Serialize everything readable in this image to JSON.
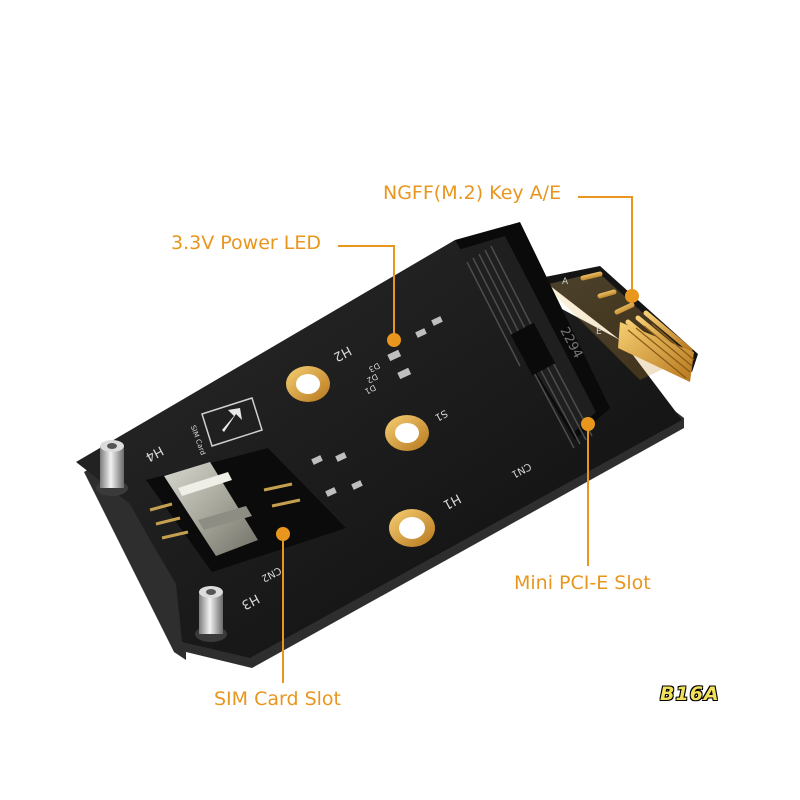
{
  "callouts": {
    "ngff": "NGFF(M.2) Key A/E",
    "power_led": "3.3V Power LED",
    "mini_pcie": "Mini PCI-E Slot",
    "sim": "SIM Card Slot"
  },
  "watermark": "B16A",
  "silkscreen": {
    "h1": "H1",
    "h2": "H2",
    "h3": "H3",
    "h4": "H4",
    "s1": "S1",
    "cn1": "CN1",
    "cn2": "CN2",
    "d1": "D1",
    "d2": "D2",
    "d3": "D3",
    "sim_card": "SIM Card",
    "key_a": "A",
    "key_e": "E",
    "slot_code": "2294"
  },
  "colors": {
    "board": "#161616",
    "callout": "#e8961e",
    "gold": "#e0a53c"
  }
}
